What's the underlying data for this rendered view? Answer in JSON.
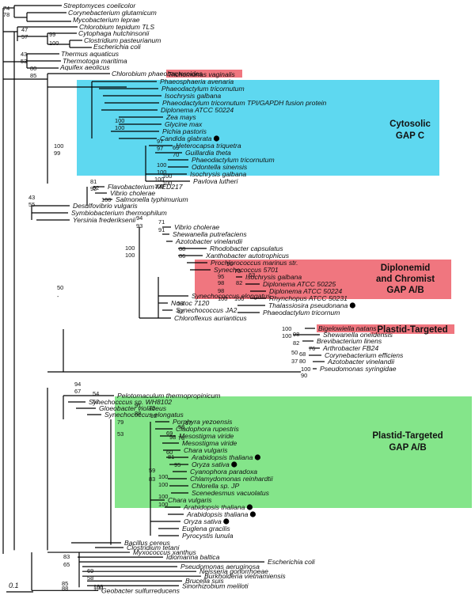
{
  "colors": {
    "cytosolic": "#5ed8f0",
    "diplonemid": "#f0767f",
    "plastid_ab": "#84e58a",
    "highlight": "#f0767f",
    "branch": "#000000"
  },
  "scale_bar": {
    "label": "0.1"
  },
  "taxa": [
    {
      "name": "Streptomyces coelicolor"
    },
    {
      "name": "Corynebacterium glutamicum"
    },
    {
      "name": "Mycobacterium leprae"
    },
    {
      "name": "Chlorobium tepidum TLS"
    },
    {
      "name": "Cytophaga hutchinsonii"
    },
    {
      "name": "Clostridium pasteurianum"
    },
    {
      "name": "Escherichia coli"
    },
    {
      "name": "Thermus aquaticus"
    },
    {
      "name": "Thermotoga maritima"
    },
    {
      "name": "Aquifex aeolicus"
    },
    {
      "name": "Chlorobium phaeobacteroides"
    },
    {
      "name": "Trichomonas vaginalis",
      "highlight": true
    },
    {
      "name": "Phaeosphaeria avenaria"
    },
    {
      "name": "Phaeodactylum tricornutum"
    },
    {
      "name": "Isochrysis galbana"
    },
    {
      "name": "Phaeodactylum tricornutum TPI/GAPDH fusion protein"
    },
    {
      "name": "Diplonema ATCC 50224"
    },
    {
      "name": "Zea mays"
    },
    {
      "name": "Glycine max"
    },
    {
      "name": "Pichia pastoris"
    },
    {
      "name": "Candida glabrata",
      "dot": true
    },
    {
      "name": "Heterocapsa triquetra"
    },
    {
      "name": "Guillardia theta"
    },
    {
      "name": "Phaeodactylum tricornutum"
    },
    {
      "name": "Odontella sinensis"
    },
    {
      "name": "Isochrysis galbana"
    },
    {
      "name": "Pavlova lutheri"
    },
    {
      "name": "Flavobacterium MED217"
    },
    {
      "name": "Vibrio cholerae"
    },
    {
      "name": "Salmonella typhimurium"
    },
    {
      "name": "Desulfovibrio vulgaris"
    },
    {
      "name": "Symbiobacterium thermophilum"
    },
    {
      "name": "Yersinia frederiksenii"
    },
    {
      "name": "Vibrio cholerae"
    },
    {
      "name": "Shewanella putrefaciens"
    },
    {
      "name": "Azotobacter vinelandii"
    },
    {
      "name": "Rhodobacter capsulatus"
    },
    {
      "name": "Xanthobacter autotrophicus"
    },
    {
      "name": "Prochlorococcus marinus str."
    },
    {
      "name": "Synechococcus 5701"
    },
    {
      "name": "Isochrysis galbana"
    },
    {
      "name": "Diplonema ATCC 50225"
    },
    {
      "name": "Diplonema ATCC 50224"
    },
    {
      "name": "Rhynchopus ATCC 50231"
    },
    {
      "name": "Thalassiosira pseudonana",
      "dot": true
    },
    {
      "name": "Phaeodactylum tricornum"
    },
    {
      "name": "Synechococcus elongatus"
    },
    {
      "name": "Nostoc 7120"
    },
    {
      "name": "Synechococcus JA2"
    },
    {
      "name": "Chloroflexus aurianticus"
    },
    {
      "name": "Bigelowiella natans",
      "highlight": true
    },
    {
      "name": "Shewanella oneidensis"
    },
    {
      "name": "Brevibacterium linens"
    },
    {
      "name": "Arthrobacter FB24"
    },
    {
      "name": "Corynebacterium efficiens"
    },
    {
      "name": "Azotobacter vinelandii"
    },
    {
      "name": "Pseudomonas syringidae"
    },
    {
      "name": "Pelotomaculum thermopropinicum"
    },
    {
      "name": "Synechocccus sp. WH8102"
    },
    {
      "name": "Gloeobacter violaceus"
    },
    {
      "name": "Synechococcus elongatus"
    },
    {
      "name": "Porphyra yezoensis"
    },
    {
      "name": "Cladophora rupestris"
    },
    {
      "name": "Mesostigma viride"
    },
    {
      "name": "Mesostigma viride"
    },
    {
      "name": "Chara vulgaris"
    },
    {
      "name": "Arabidopsis thaliana",
      "dot": true
    },
    {
      "name": "Oryza sativa",
      "dot": true
    },
    {
      "name": "Cyanophora paradoxa"
    },
    {
      "name": "Chlamydomonas reinhardtii"
    },
    {
      "name": "Chlorella sp. JP"
    },
    {
      "name": "Scenedesmus vacuolatus"
    },
    {
      "name": "Chara vulgaris"
    },
    {
      "name": "Arabidopsis thaliana",
      "dot": true
    },
    {
      "name": "Arabidopsis thaliana",
      "dot": true
    },
    {
      "name": "Oryza sativa",
      "dot": true
    },
    {
      "name": "Euglena gracilis"
    },
    {
      "name": "Pyrocystis lunula"
    },
    {
      "name": "Bacillus cereus"
    },
    {
      "name": "Clostridium tetani"
    },
    {
      "name": "Myxococcus xanthus"
    },
    {
      "name": "Idiomarina baltica"
    },
    {
      "name": "Escherichia coli"
    },
    {
      "name": "Pseudomonas aeruginosa"
    },
    {
      "name": "Neisseria gonorrhoeae"
    },
    {
      "name": "Burkholderia vietnamiensis"
    },
    {
      "name": "Brucella suis"
    },
    {
      "name": "Sinorhizobium meliloti"
    },
    {
      "name": "Geobacter sulfurreducens"
    }
  ],
  "groups": [
    {
      "id": "cytosolic",
      "label": [
        "Cytosolic",
        "GAP C"
      ]
    },
    {
      "id": "diplonemid",
      "label": [
        "Diplonemid",
        "and Chromist",
        "GAP A/B"
      ]
    },
    {
      "id": "plastid_targeted",
      "label": [
        "Plastid-Targeted"
      ]
    },
    {
      "id": "plastid_ab",
      "label": [
        "Plastid-Targeted",
        "GAP A/B"
      ]
    }
  ],
  "support_values": [
    "74",
    "78",
    "47",
    "57",
    "99",
    "100",
    "43",
    "53",
    "80",
    "85",
    "100",
    "99",
    "100",
    "100",
    "97",
    "97",
    "69",
    "70",
    "100",
    "100",
    "100",
    "100",
    "100",
    "100",
    "81",
    "92",
    "92",
    "100",
    "43",
    "55",
    "94",
    "93",
    "71",
    "91",
    "100",
    "100",
    "88",
    "86",
    "96",
    "75",
    "95",
    "98",
    "82",
    "63",
    "98",
    "100",
    "100",
    "53",
    "62",
    "50",
    "-",
    "100",
    "100",
    "98",
    "82",
    "50",
    "68",
    "76",
    "37",
    "80",
    "100",
    "90",
    "94",
    "67",
    "54",
    "52",
    "79",
    "53",
    "91",
    "88",
    "79",
    "92",
    "69",
    "78",
    "98",
    "58",
    "97",
    "60",
    "81",
    "95",
    "59",
    "83",
    "100",
    "100",
    "100",
    "100",
    "83",
    "65",
    "69",
    "58",
    "85",
    "88",
    "100",
    "100"
  ]
}
